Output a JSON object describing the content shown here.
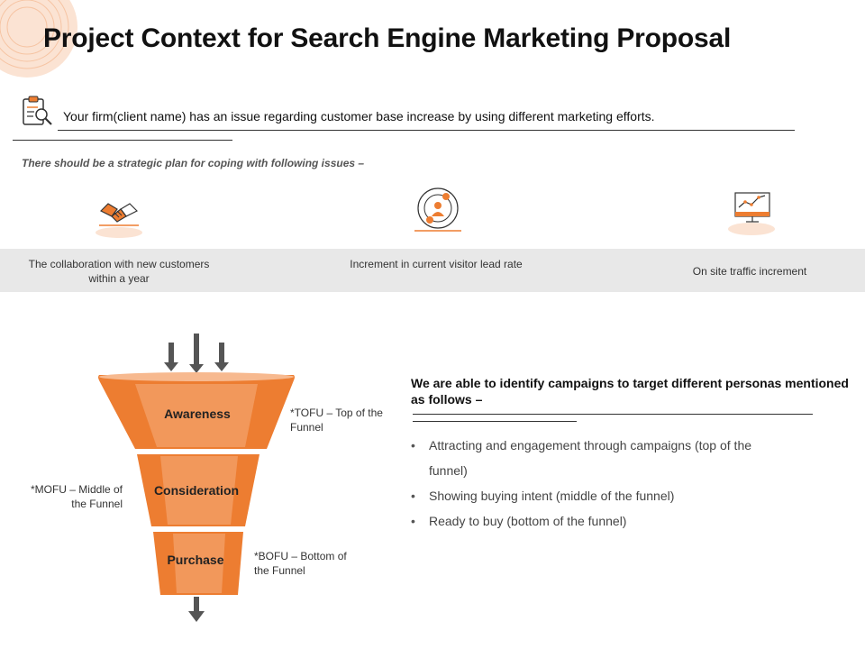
{
  "page": {
    "title": "Project Context for Search Engine Marketing Proposal",
    "intro": "Your firm(client name) has an issue regarding customer base increase by using different marketing efforts.",
    "subnote": "There should  be a strategic  plan for coping with following issues  –"
  },
  "colors": {
    "accent": "#ED7D31",
    "accent_light": "#F4A46E",
    "band": "#E8E8E8",
    "arrow": "#555555"
  },
  "issues": [
    {
      "label": "The collaboration with new customers within a year",
      "icon": "handshake-icon"
    },
    {
      "label": "Increment in current visitor lead rate",
      "icon": "visitor-target-icon"
    },
    {
      "label": "On site traffic increment",
      "icon": "traffic-monitor-icon"
    }
  ],
  "funnel": {
    "stages": [
      {
        "label": "Awareness",
        "note": "*TOFU – Top of the Funnel"
      },
      {
        "label": "Consideration",
        "note": "*MOFU – Middle of the Funnel"
      },
      {
        "label": "Purchase",
        "note": "*BOFU – Bottom of the Funnel"
      }
    ]
  },
  "personas": {
    "title": "We are able to identify campaigns to target different personas mentioned as follows –",
    "items": [
      "Attracting and engagement through campaigns (top of the funnel)",
      "Showing buying intent (middle of the funnel)",
      "Ready to buy (bottom of the funnel)"
    ]
  }
}
